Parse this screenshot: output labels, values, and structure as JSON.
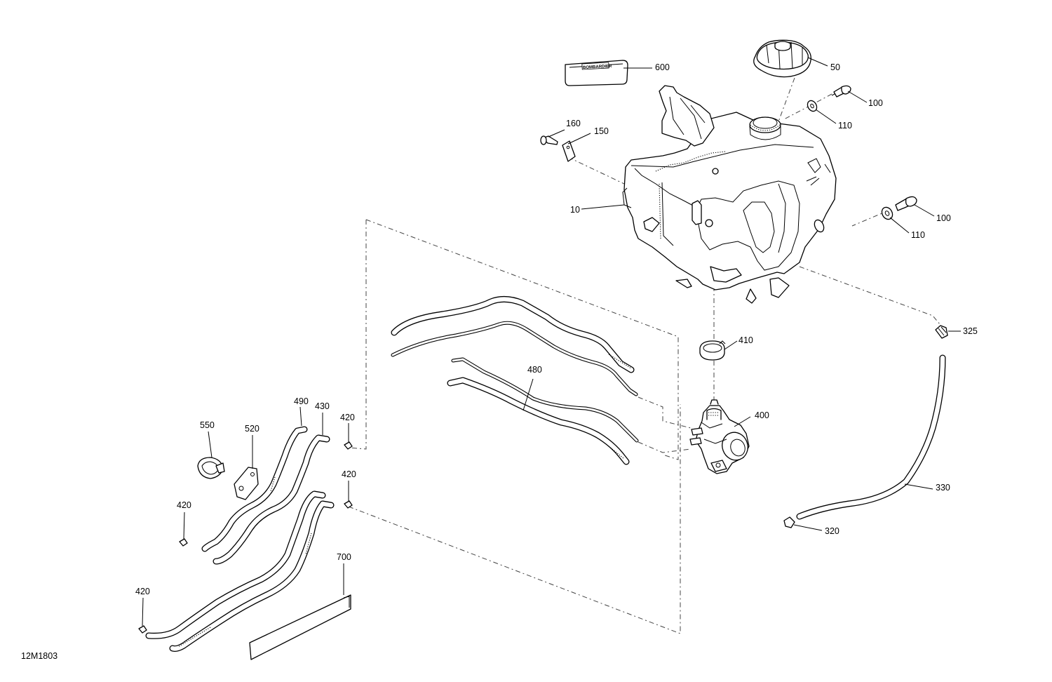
{
  "diagram": {
    "reference_number": "12M1803",
    "label_text": "BOMBARDIER",
    "callouts": [
      {
        "id": "c600",
        "label": "600"
      },
      {
        "id": "c50",
        "label": "50"
      },
      {
        "id": "c100a",
        "label": "100"
      },
      {
        "id": "c110a",
        "label": "110"
      },
      {
        "id": "c160",
        "label": "160"
      },
      {
        "id": "c150",
        "label": "150"
      },
      {
        "id": "c10",
        "label": "10"
      },
      {
        "id": "c100b",
        "label": "100"
      },
      {
        "id": "c110b",
        "label": "110"
      },
      {
        "id": "c325",
        "label": "325"
      },
      {
        "id": "c410",
        "label": "410"
      },
      {
        "id": "c480",
        "label": "480"
      },
      {
        "id": "c400",
        "label": "400"
      },
      {
        "id": "c490",
        "label": "490"
      },
      {
        "id": "c430",
        "label": "430"
      },
      {
        "id": "c420a",
        "label": "420"
      },
      {
        "id": "c550",
        "label": "550"
      },
      {
        "id": "c520",
        "label": "520"
      },
      {
        "id": "c420b",
        "label": "420"
      },
      {
        "id": "c420c",
        "label": "420"
      },
      {
        "id": "c330",
        "label": "330"
      },
      {
        "id": "c320",
        "label": "320"
      },
      {
        "id": "c700",
        "label": "700"
      },
      {
        "id": "c420d",
        "label": "420"
      }
    ]
  }
}
